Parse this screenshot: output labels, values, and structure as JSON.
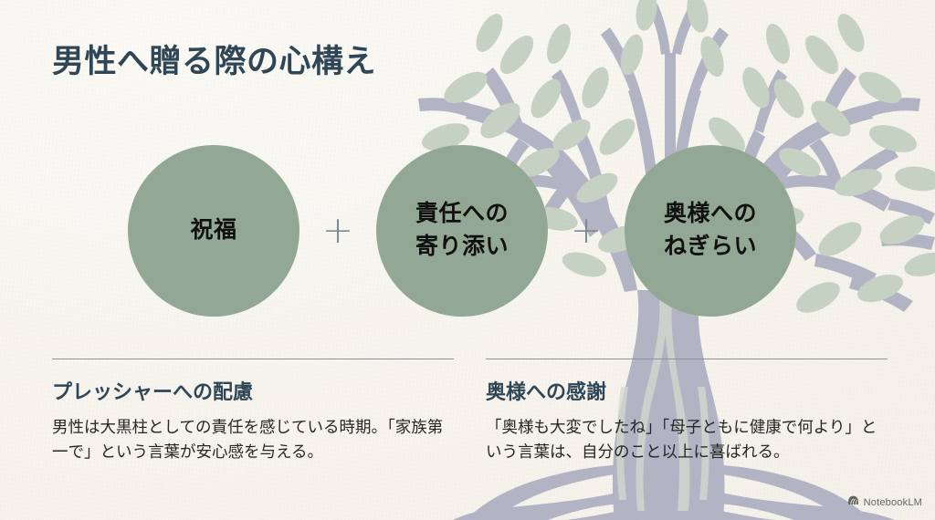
{
  "slide": {
    "title": "男性へ贈る際の心構え",
    "background_color": "#f7f5ef",
    "accent_color": "#93a795",
    "heading_color": "#2f4657",
    "branch_color": "#b0b2c4",
    "leaf_color": "#c6d2c4"
  },
  "pillars": [
    {
      "label": "祝福",
      "connector": "+"
    },
    {
      "label": "責任への\n寄り添い",
      "connector": "+"
    },
    {
      "label": "奥様への\nねぎらい",
      "connector": ""
    }
  ],
  "connectors": {
    "first": "+",
    "second": "+"
  },
  "details": [
    {
      "heading": "プレッシャーへの配慮",
      "body": "男性は大黒柱としての責任を感じている時期。「家族第一で」という言葉が安心感を与える。"
    },
    {
      "heading": "奥様への感謝",
      "body": "「奥様も大変でしたね」「母子ともに健康で何より」という言葉は、自分のこと以上に喜ばれる。"
    }
  ],
  "watermark": {
    "label": "NotebookLM",
    "icon": "notebooklm-logo-icon"
  }
}
